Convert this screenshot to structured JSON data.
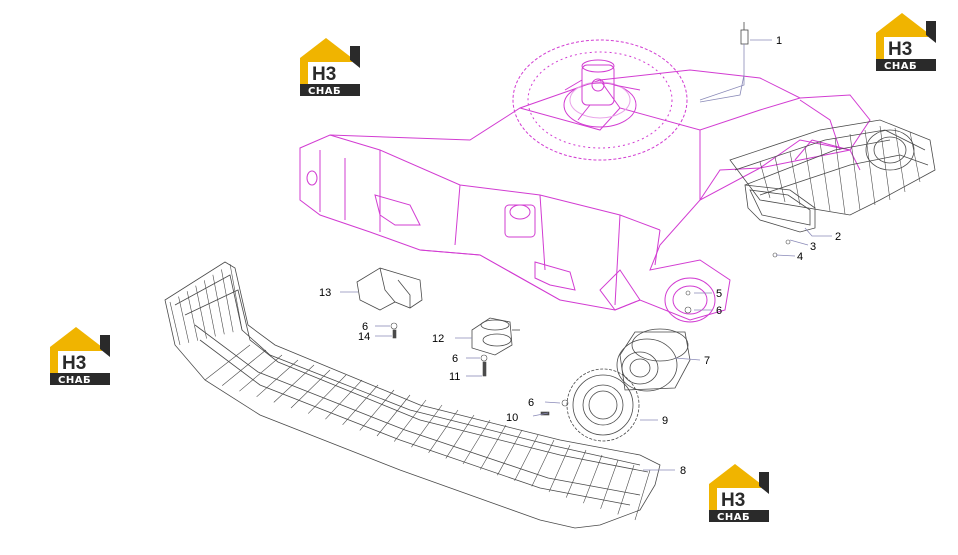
{
  "colors": {
    "frame": "#d23cd2",
    "frame_light": "#e9a3e9",
    "parts": "#4a4a4a",
    "leader": "#8a8ab8",
    "logo_gold": "#f0b400",
    "logo_dark": "#2a2a2a"
  },
  "logo": {
    "main": "H3",
    "sub": "СНАБ"
  },
  "callouts": [
    {
      "id": "c1",
      "label": "1"
    },
    {
      "id": "c2",
      "label": "2"
    },
    {
      "id": "c3",
      "label": "3"
    },
    {
      "id": "c4",
      "label": "4"
    },
    {
      "id": "c5",
      "label": "5"
    },
    {
      "id": "c6a",
      "label": "6"
    },
    {
      "id": "c7",
      "label": "7"
    },
    {
      "id": "c8",
      "label": "8"
    },
    {
      "id": "c9",
      "label": "9"
    },
    {
      "id": "c6b",
      "label": "6"
    },
    {
      "id": "c10",
      "label": "10"
    },
    {
      "id": "c12",
      "label": "12"
    },
    {
      "id": "c6c",
      "label": "6"
    },
    {
      "id": "c11",
      "label": "11"
    },
    {
      "id": "c13",
      "label": "13"
    },
    {
      "id": "c6d",
      "label": "6"
    },
    {
      "id": "c14",
      "label": "14"
    }
  ]
}
